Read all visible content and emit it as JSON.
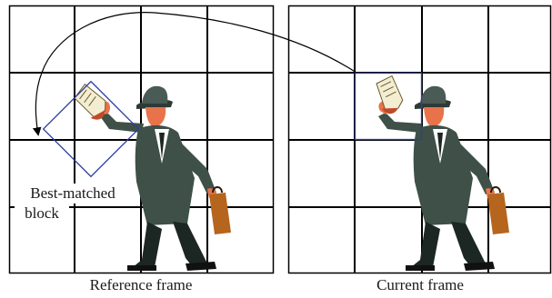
{
  "captions": {
    "reference": "Reference frame",
    "current": "Current frame"
  },
  "label": {
    "line1": "Best-matched",
    "line2": "block"
  },
  "colors": {
    "grid": "#000000",
    "block": "#2b3f9e",
    "arrow": "#000000",
    "suit": "#3e5048",
    "suit_shadow": "#1c2622",
    "skin": "#e8734a",
    "briefcase": "#b5651d",
    "paper": "#f3eed2"
  }
}
